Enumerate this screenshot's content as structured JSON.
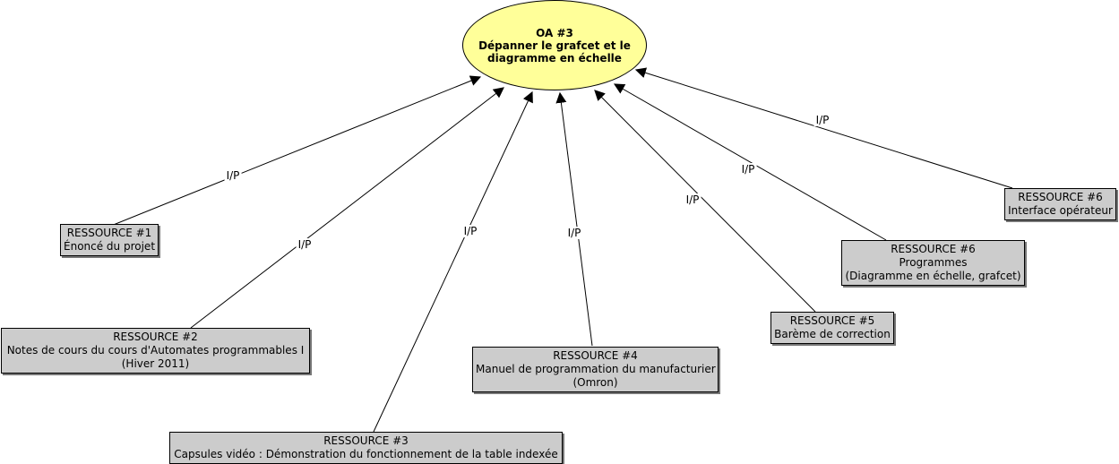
{
  "goal": {
    "line1": "OA #3",
    "line2": "Dépanner le grafcet et le",
    "line3": "diagramme en échelle",
    "fill": "#ffff99"
  },
  "resources": [
    {
      "title": "RESSOURCE #1",
      "lines": [
        "Énoncé du projet"
      ]
    },
    {
      "title": "RESSOURCE #2",
      "lines": [
        "Notes de cours du cours d'Automates programmables I",
        "(Hiver 2011)"
      ]
    },
    {
      "title": "RESSOURCE #3",
      "lines": [
        "Capsules vidéo : Démonstration du fonctionnement de la table indexée"
      ]
    },
    {
      "title": "RESSOURCE #4",
      "lines": [
        "Manuel de programmation du manufacturier",
        "(Omron)"
      ]
    },
    {
      "title": "RESSOURCE #5",
      "lines": [
        "Barème de correction"
      ]
    },
    {
      "title": "RESSOURCE #6",
      "lines": [
        "Programmes",
        "(Diagramme en échelle, grafcet)"
      ]
    },
    {
      "title": "RESSOURCE #6",
      "lines": [
        "Interface opérateur"
      ]
    }
  ],
  "link_label": "I/P",
  "colors": {
    "resource_fill": "#cccccc",
    "line": "#000000"
  }
}
